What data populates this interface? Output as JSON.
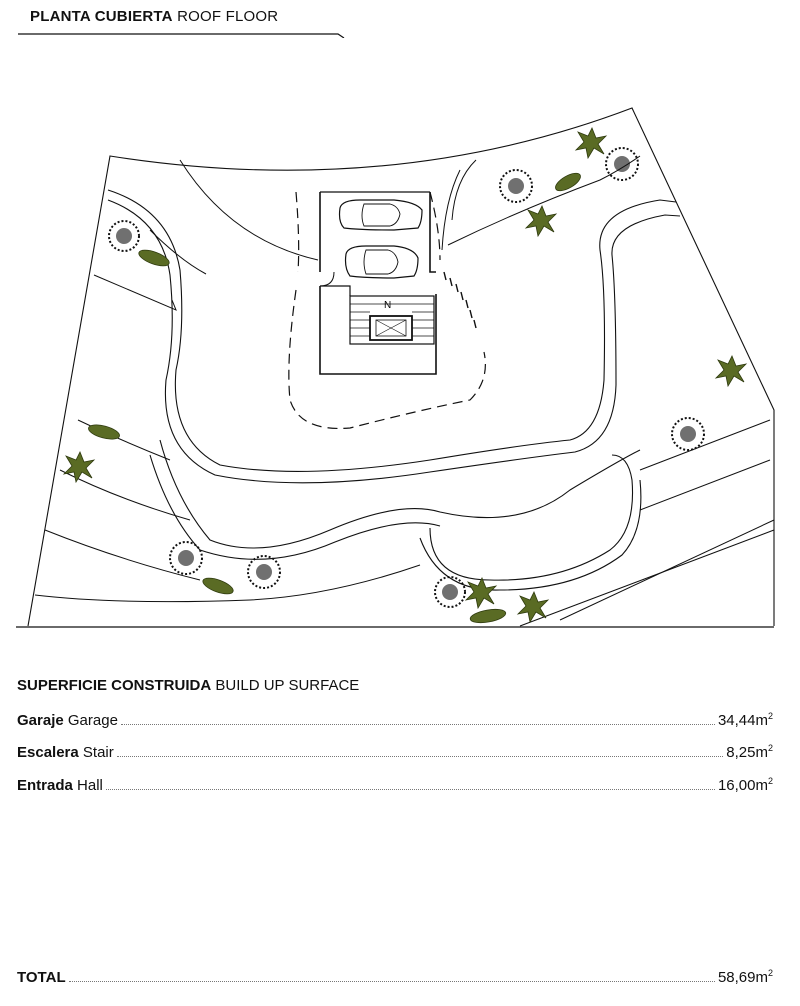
{
  "header": {
    "title_es": "PLANTA CUBIERTA",
    "title_en": "ROOF FLOOR"
  },
  "surface": {
    "title_es": "SUPERFICIE CONSTRUIDA",
    "title_en": "BUILD UP SURFACE",
    "rows": [
      {
        "name_es": "Garaje",
        "name_en": "Garage",
        "value": "34,44m",
        "unit_sup": "2"
      },
      {
        "name_es": "Escalera",
        "name_en": "Stair",
        "value": "8,25m",
        "unit_sup": "2"
      },
      {
        "name_es": "Entrada",
        "name_en": "Hall",
        "value": "16,00m",
        "unit_sup": "2"
      }
    ],
    "total": {
      "name": "TOTAL",
      "value": "58,69m",
      "unit_sup": "2"
    }
  },
  "plan": {
    "compass_label": "N",
    "plant_color": "#4a5a1e",
    "tree_color": "#111111"
  }
}
